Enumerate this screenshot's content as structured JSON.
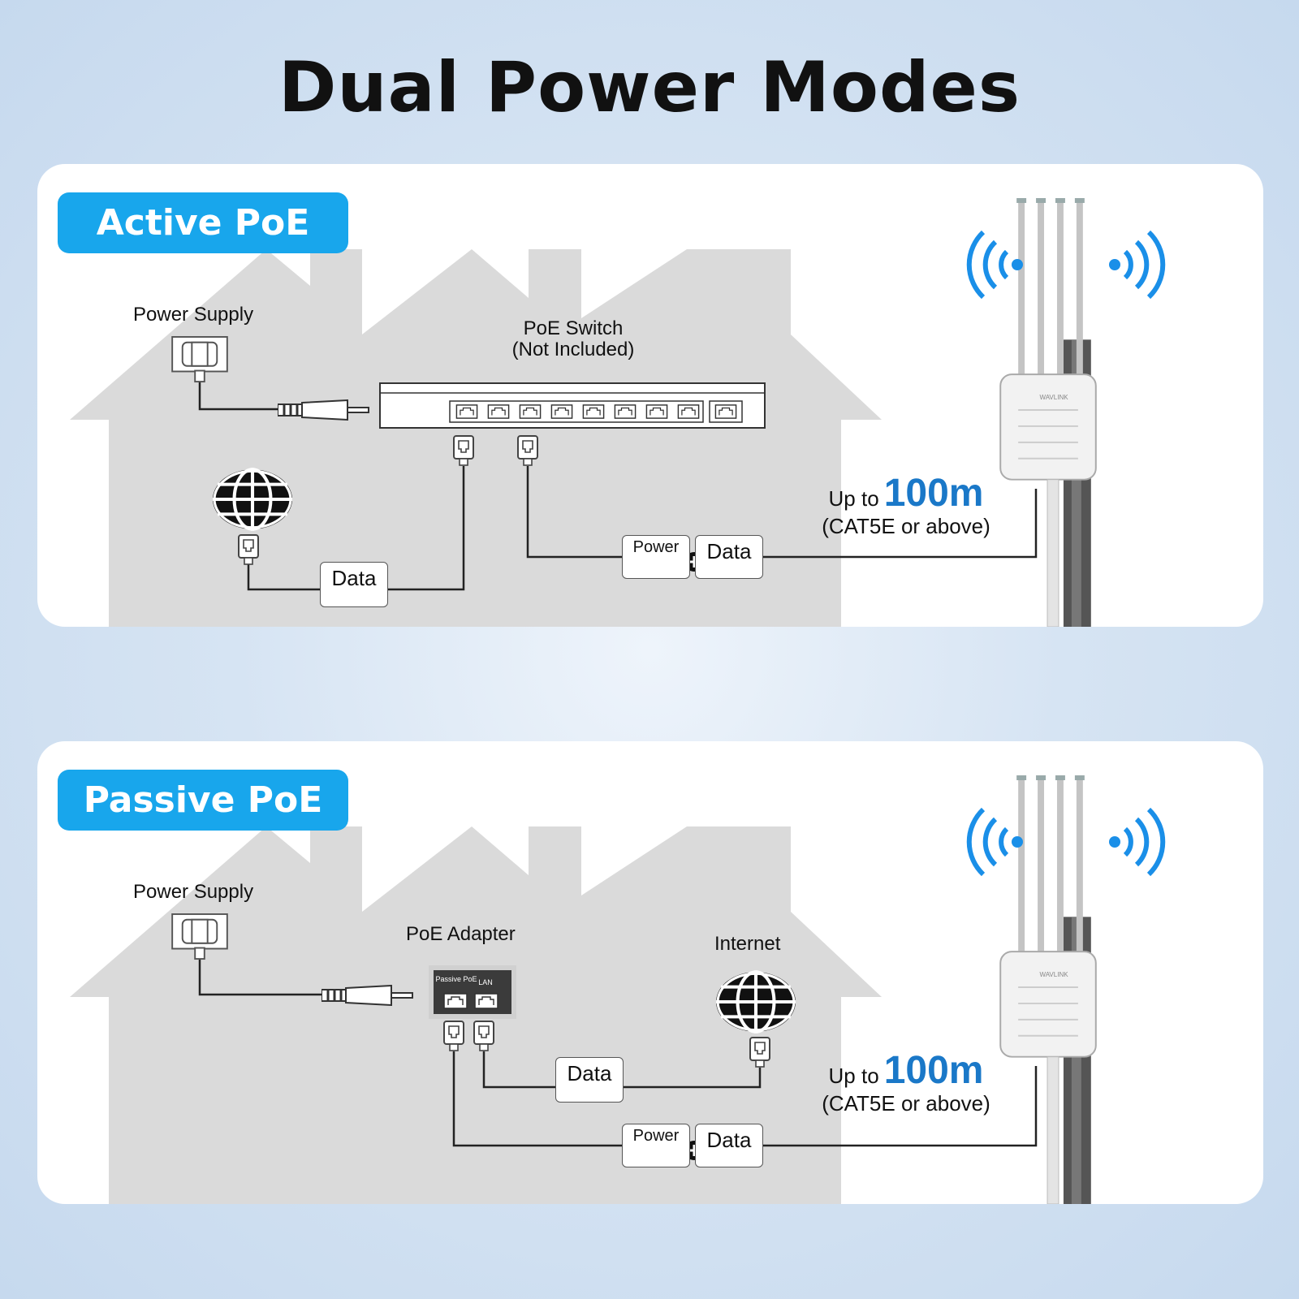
{
  "title": "Dual Power Modes",
  "colors": {
    "accent": "#18a6ec",
    "distance": "#1a78c8",
    "house": "#d9d9d9",
    "signal": "#1a8fe8"
  },
  "active": {
    "badge": "Active PoE",
    "power_supply": "Power Supply",
    "switch_title": "PoE Switch",
    "switch_note": "(Not Included)",
    "data_tag": "Data",
    "power_tag": "Power",
    "power_data_tag": "Data",
    "up_to": "Up to",
    "distance": "100m",
    "cable": "(CAT5E or above)",
    "brand": "WAVLINK"
  },
  "passive": {
    "badge": "Passive PoE",
    "power_supply": "Power Supply",
    "adapter_title": "PoE Adapter",
    "adapter_port1": "Passive PoE",
    "adapter_port2": "LAN",
    "internet": "Internet",
    "data_tag": "Data",
    "power_tag": "Power",
    "power_data_tag": "Data",
    "up_to": "Up to",
    "distance": "100m",
    "cable": "(CAT5E or above)",
    "brand": "WAVLINK"
  }
}
